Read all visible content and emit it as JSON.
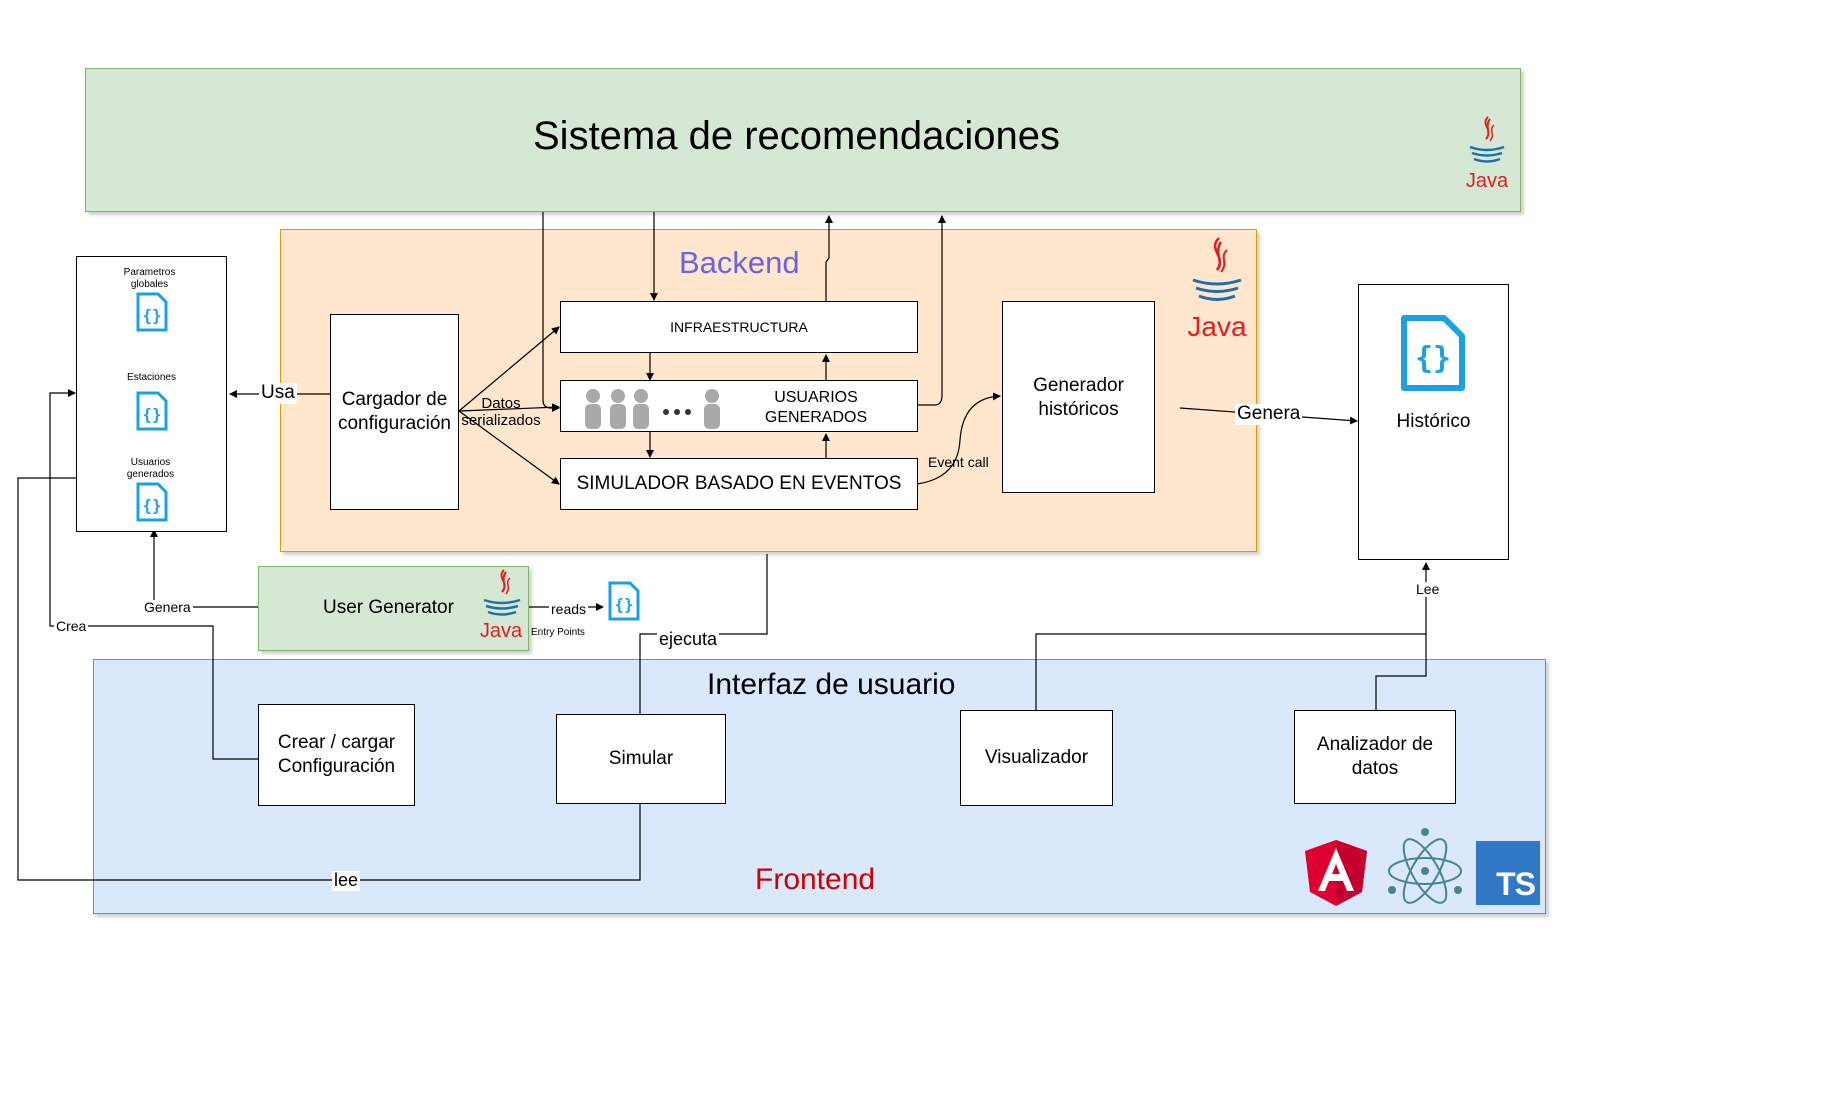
{
  "recommendations": {
    "title": "Sistema de recomendaciones"
  },
  "backend": {
    "title": "Backend",
    "infraestructura": "INFRAESTRUCTURA",
    "usuarios_generados": "USUARIOS\nGENERADOS",
    "simulador": "SIMULADOR BASADO EN EVENTOS",
    "cargador": "Cargador de\nconfiguración",
    "generador": "Generador\nhistóricos"
  },
  "config_files": {
    "parametros": "Parametros\nglobales",
    "estaciones": "Estaciones",
    "usuarios": "Usuarios\ngenerados"
  },
  "historico": {
    "label": "Histórico"
  },
  "user_generator": {
    "label": "User Generator",
    "entry_points": "Entry Points"
  },
  "frontend": {
    "title": "Interfaz de usuario",
    "footer": "Frontend",
    "crear": "Crear / cargar\nConfiguración",
    "simular": "Simular",
    "visualizador": "Visualizador",
    "analizador": "Analizador de\ndatos"
  },
  "edge_labels": {
    "usa": "Usa",
    "datos": "Datos\nserializados",
    "event_call": "Event call",
    "genera_hist": "Genera",
    "genera_users": "Genera",
    "reads": "reads",
    "crea": "Crea",
    "ejecuta": "ejecuta",
    "lee_hist": "Lee",
    "lee_bottom": "lee"
  },
  "logos": {
    "java": "Java",
    "ts": "TS"
  },
  "colors": {
    "green_fill": "#d5e8d4",
    "green_border": "#82b366",
    "orange_fill": "#ffe6cc",
    "orange_border": "#d79b00",
    "blue_fill": "#dae8fc",
    "blue_border": "#6c8ebf",
    "backend_title": "#6a63e8",
    "frontend_title": "#cc0000",
    "json_icon": "#1ba1e2",
    "java_red": "#e11e22",
    "java_blue": "#1f6fae",
    "angular_red": "#dd0031",
    "ts_blue": "#3178c6"
  }
}
